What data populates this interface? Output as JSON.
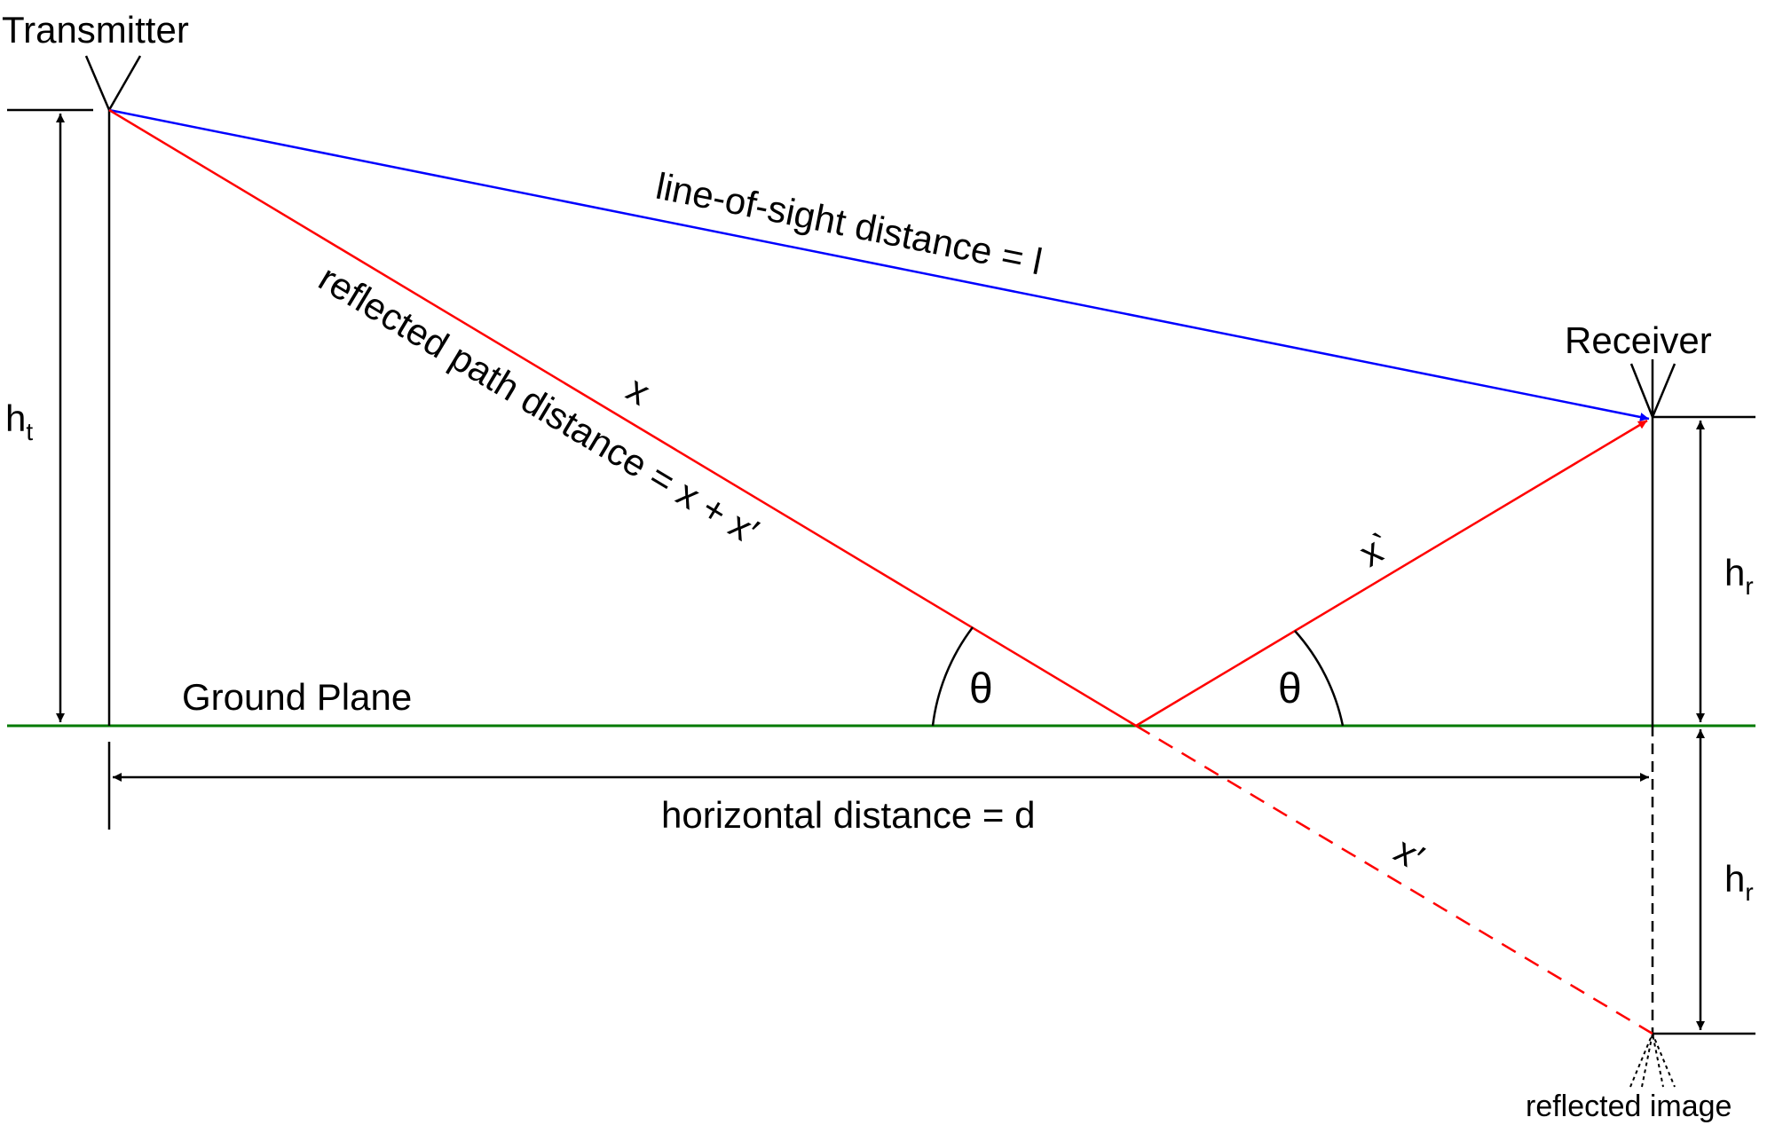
{
  "labels": {
    "transmitter": "Transmitter",
    "receiver": "Receiver",
    "los_distance": "line-of-sight distance = l",
    "reflected_path": "reflected path distance = x + x′",
    "x": "x",
    "x_prime_upper": "x‵",
    "x_prime_lower": "x′",
    "theta": "θ",
    "ground_plane": "Ground Plane",
    "horizontal_distance": "horizontal distance = d",
    "reflected_image": "reflected image",
    "ht_main": "h",
    "ht_sub": "t",
    "hr_main": "h",
    "hr_sub": "r"
  },
  "colors": {
    "line_of_sight": "#0000ff",
    "reflected": "#ff0000",
    "ground": "#007a00",
    "ink": "#000000"
  }
}
